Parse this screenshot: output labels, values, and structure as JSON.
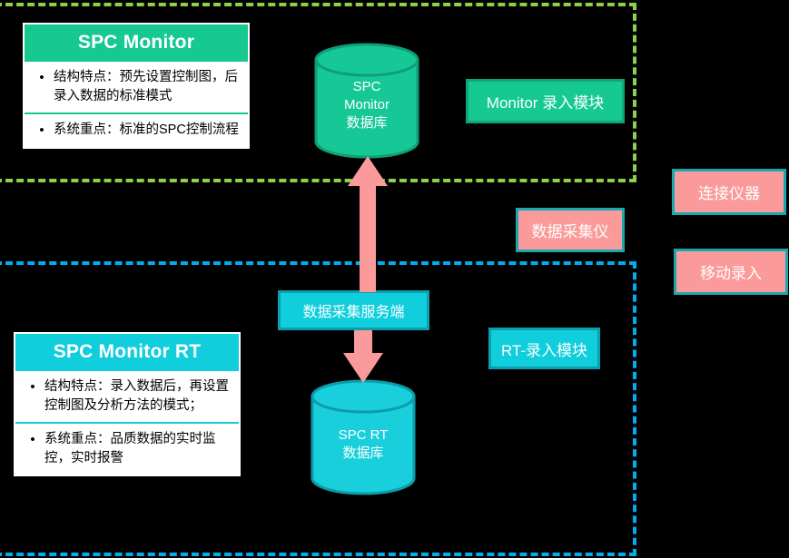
{
  "groups": {
    "monitor": {
      "name": "SPC Monitor group",
      "border_color": "#8FD04A"
    },
    "monitor_rt": {
      "name": "SPC Monitor RT group",
      "border_color": "#00AEEF"
    }
  },
  "cards": {
    "monitor": {
      "title": "SPC Monitor",
      "accent": "#15C990",
      "bullets": [
        {
          "marker": "•",
          "text": "结构特点：预先设置控制图，后录入数据的标准模式"
        },
        {
          "marker": "•",
          "text": "系统重点：标准的SPC控制流程"
        }
      ]
    },
    "monitor_rt": {
      "title": "SPC Monitor RT",
      "accent": "#10CEDC",
      "bullets": [
        {
          "marker": "•",
          "text": "结构特点：录入数据后，再设置控制图及分析方法的模式；"
        },
        {
          "marker": "•",
          "text": "系统重点：品质数据的实时监控，实时报警"
        }
      ]
    }
  },
  "databases": {
    "monitor": {
      "label": "SPC\nMonitor\n数据库",
      "line1": "SPC",
      "line2": "Monitor",
      "line3": "数据库",
      "fill": "#16C896",
      "stroke": "#0E9E78"
    },
    "rt": {
      "label": "SPC RT\n数据库",
      "line1": "SPC RT",
      "line2": "数据库",
      "line3": "",
      "fill": "#19CFDC",
      "stroke": "#0D9CAA"
    }
  },
  "boxes": {
    "monitor_entry": {
      "label": "Monitor 录入模块",
      "fill": "#15C990"
    },
    "collector_server": {
      "label": "数据采集服务端",
      "fill": "#10CEDC"
    },
    "rt_entry": {
      "label": "RT-录入模块",
      "fill": "#10CEDC"
    },
    "collector": {
      "label": "数据采集仪",
      "fill": "#FA9A9A"
    },
    "connect_device": {
      "label": "连接仪器",
      "fill": "#FA9A9A"
    },
    "mobile_entry": {
      "label": "移动录入",
      "fill": "#FA9A9A"
    }
  },
  "arrows": {
    "up": {
      "name": "arrow-up-to-monitor-db",
      "color": "#FA9A9A"
    },
    "down": {
      "name": "arrow-down-to-rt-db",
      "color": "#FA9A9A"
    }
  }
}
